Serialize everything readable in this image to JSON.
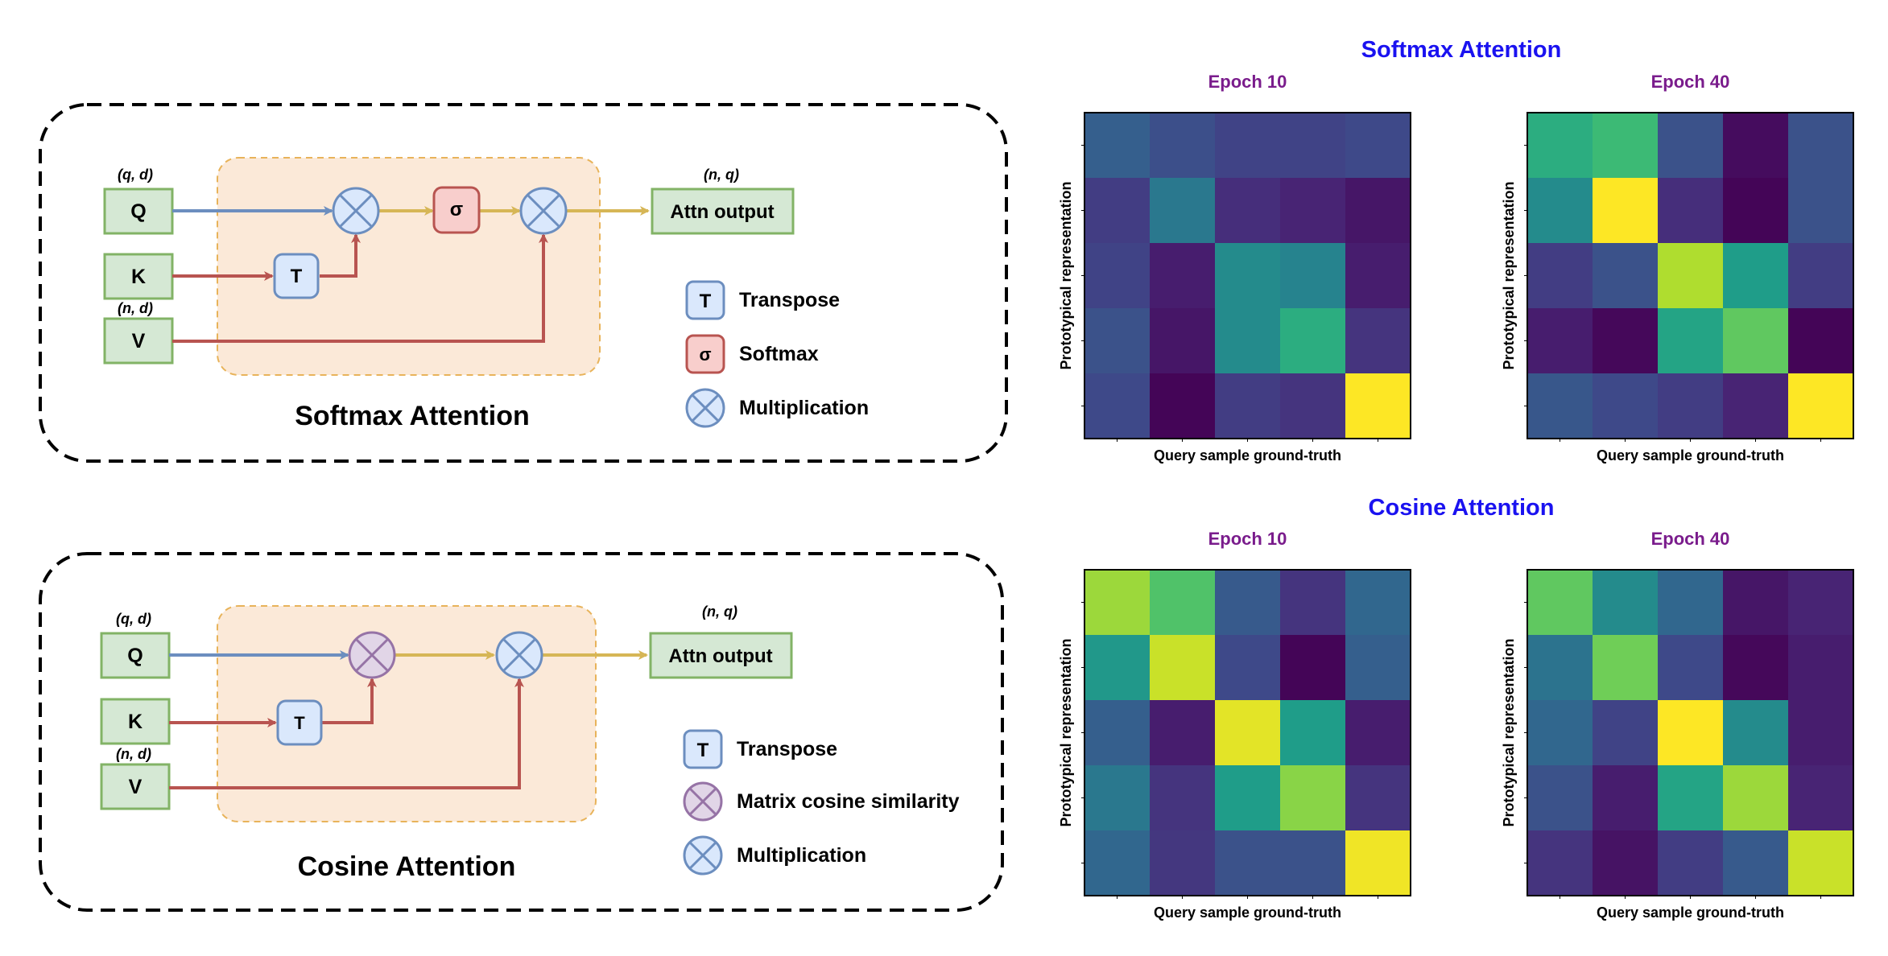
{
  "panels": [
    {
      "title": "Softmax Attention",
      "labels": {
        "q_shape": "(q, d)",
        "kv_shape": "(n, d)",
        "out_shape": "(n, q)"
      },
      "inputs": {
        "q": "Q",
        "k": "K",
        "v": "V"
      },
      "transpose_symbol": "T",
      "activation_symbol": "σ",
      "output": "Attn output",
      "legend": [
        {
          "symbol": "T",
          "label": "Transpose"
        },
        {
          "symbol": "σ",
          "label": "Softmax"
        },
        {
          "symbol": "",
          "label": "Multiplication"
        }
      ]
    },
    {
      "title": "Cosine Attention",
      "labels": {
        "q_shape": "(q, d)",
        "kv_shape": "(n, d)",
        "out_shape": "(n, q)"
      },
      "inputs": {
        "q": "Q",
        "k": "K",
        "v": "V"
      },
      "transpose_symbol": "T",
      "output": "Attn output",
      "legend": [
        {
          "symbol": "T",
          "label": "Transpose"
        },
        {
          "symbol": "",
          "label": "Matrix cosine similarity"
        },
        {
          "symbol": "",
          "label": "Multiplication"
        }
      ]
    }
  ],
  "heatmap_groups": [
    {
      "title": "Softmax Attention",
      "maps": [
        {
          "title": "Epoch 10",
          "xlabel": "Query sample ground-truth",
          "ylabel": "Prototypical representation",
          "values": [
            [
              0.3,
              0.24,
              0.2,
              0.2,
              0.22
            ],
            [
              0.18,
              0.4,
              0.13,
              0.1,
              0.06
            ],
            [
              0.2,
              0.08,
              0.48,
              0.45,
              0.08
            ],
            [
              0.25,
              0.06,
              0.48,
              0.62,
              0.15
            ],
            [
              0.22,
              0.01,
              0.18,
              0.15,
              1.0
            ]
          ]
        },
        {
          "title": "Epoch 40",
          "xlabel": "Query sample ground-truth",
          "ylabel": "Prototypical representation",
          "values": [
            [
              0.62,
              0.68,
              0.25,
              0.03,
              0.25
            ],
            [
              0.48,
              1.0,
              0.13,
              0.01,
              0.25
            ],
            [
              0.18,
              0.25,
              0.88,
              0.55,
              0.18
            ],
            [
              0.08,
              0.02,
              0.58,
              0.75,
              0.01
            ],
            [
              0.27,
              0.22,
              0.18,
              0.1,
              1.0
            ]
          ]
        }
      ]
    },
    {
      "title": "Cosine Attention",
      "maps": [
        {
          "title": "Epoch 10",
          "xlabel": "Query sample ground-truth",
          "ylabel": "Prototypical representation",
          "values": [
            [
              0.85,
              0.72,
              0.28,
              0.15,
              0.33
            ],
            [
              0.53,
              0.92,
              0.22,
              0.01,
              0.3
            ],
            [
              0.3,
              0.08,
              0.96,
              0.55,
              0.08
            ],
            [
              0.4,
              0.15,
              0.55,
              0.82,
              0.15
            ],
            [
              0.33,
              0.16,
              0.25,
              0.25,
              0.98
            ]
          ]
        },
        {
          "title": "Epoch 40",
          "xlabel": "Query sample ground-truth",
          "ylabel": "Prototypical representation",
          "values": [
            [
              0.75,
              0.48,
              0.33,
              0.06,
              0.1
            ],
            [
              0.38,
              0.78,
              0.22,
              0.02,
              0.08
            ],
            [
              0.33,
              0.2,
              1.0,
              0.48,
              0.08
            ],
            [
              0.25,
              0.08,
              0.58,
              0.85,
              0.1
            ],
            [
              0.15,
              0.05,
              0.18,
              0.28,
              0.92
            ]
          ]
        }
      ]
    }
  ],
  "colors": {
    "title_blue": "#1a12f0",
    "subtitle_purple": "#7a1c8c",
    "box_fill": "#d5e8d4",
    "box_stroke": "#82b366",
    "region_fill": "#fbe9d8",
    "region_stroke": "#e8b35a",
    "arrow_blue": "#6c8ebf",
    "arrow_red": "#b85450",
    "arrow_gold": "#d6b656",
    "transpose_fill": "#dae8fc",
    "transpose_stroke": "#6c8ebf",
    "softmax_fill": "#f8cecc",
    "softmax_stroke": "#b85450",
    "cosine_fill": "#e1d5e7",
    "cosine_stroke": "#9673a6"
  }
}
